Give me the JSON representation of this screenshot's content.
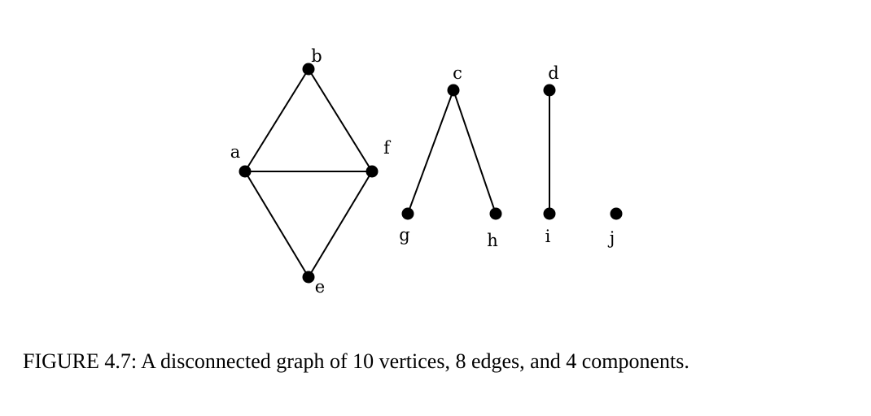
{
  "caption": "FIGURE 4.7: A disconnected graph of 10 vertices, 8 edges, and 4 components.",
  "graph": {
    "vertices": [
      "a",
      "b",
      "c",
      "d",
      "e",
      "f",
      "g",
      "h",
      "i",
      "j"
    ],
    "edges": [
      [
        "a",
        "b"
      ],
      [
        "b",
        "f"
      ],
      [
        "a",
        "f"
      ],
      [
        "a",
        "e"
      ],
      [
        "f",
        "e"
      ],
      [
        "c",
        "g"
      ],
      [
        "c",
        "h"
      ],
      [
        "d",
        "i"
      ]
    ]
  }
}
